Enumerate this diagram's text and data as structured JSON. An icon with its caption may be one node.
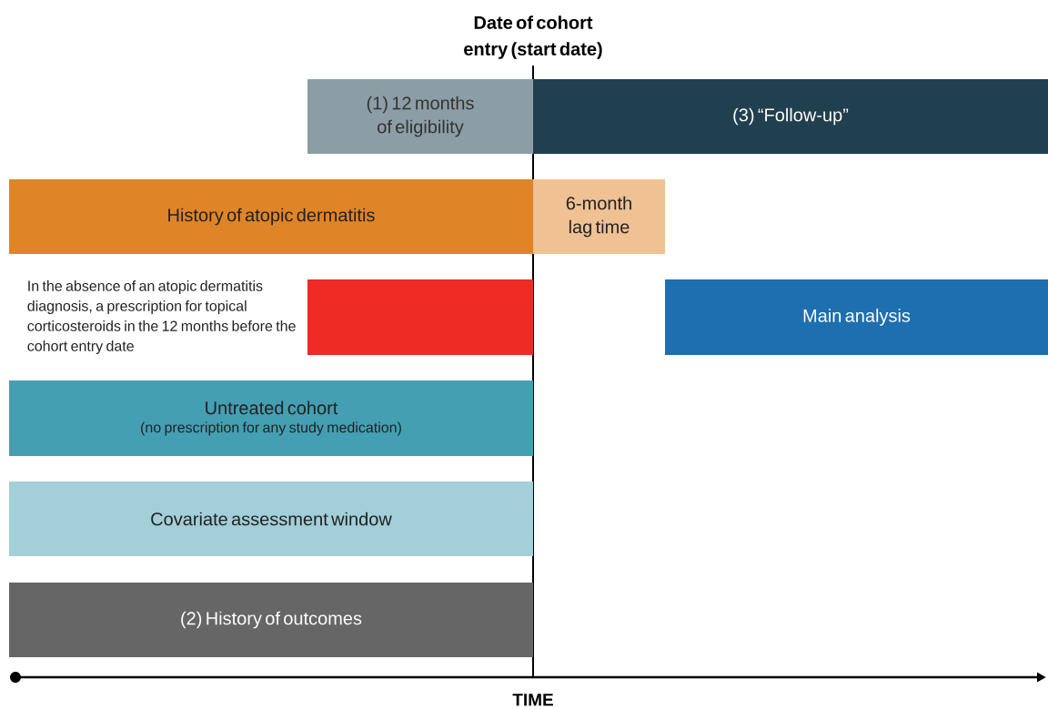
{
  "diagram": {
    "nodes": [
      {
        "text": [
          "(1) 12 months of eligibility"
        ]
      },
      {
        "text": [
          "(3) “Follow-up”"
        ]
      },
      {
        "text": [
          "History of atopic dermatitis"
        ]
      },
      {
        "text": [
          "6-month lag time"
        ]
      },
      {
        "text": [],
        "shape": "bar",
        "beside": [
          "In the absence of an atopic dermatitis diagnosis, a prescription for topical corticosteroids in the 12 months before the cohort entry date"
        ]
      },
      {
        "text": [
          "Main analysis"
        ]
      },
      {
        "text": [
          "Untreated cohort",
          "(no prescription for any study medication)"
        ]
      },
      {
        "text": [
          "Covariate assessment window"
        ]
      },
      {
        "text": [
          "(2) History of outcomes"
        ]
      }
    ],
    "edges": [],
    "labels": [
      "Date of cohort entry (start date)",
      "TIME"
    ]
  }
}
